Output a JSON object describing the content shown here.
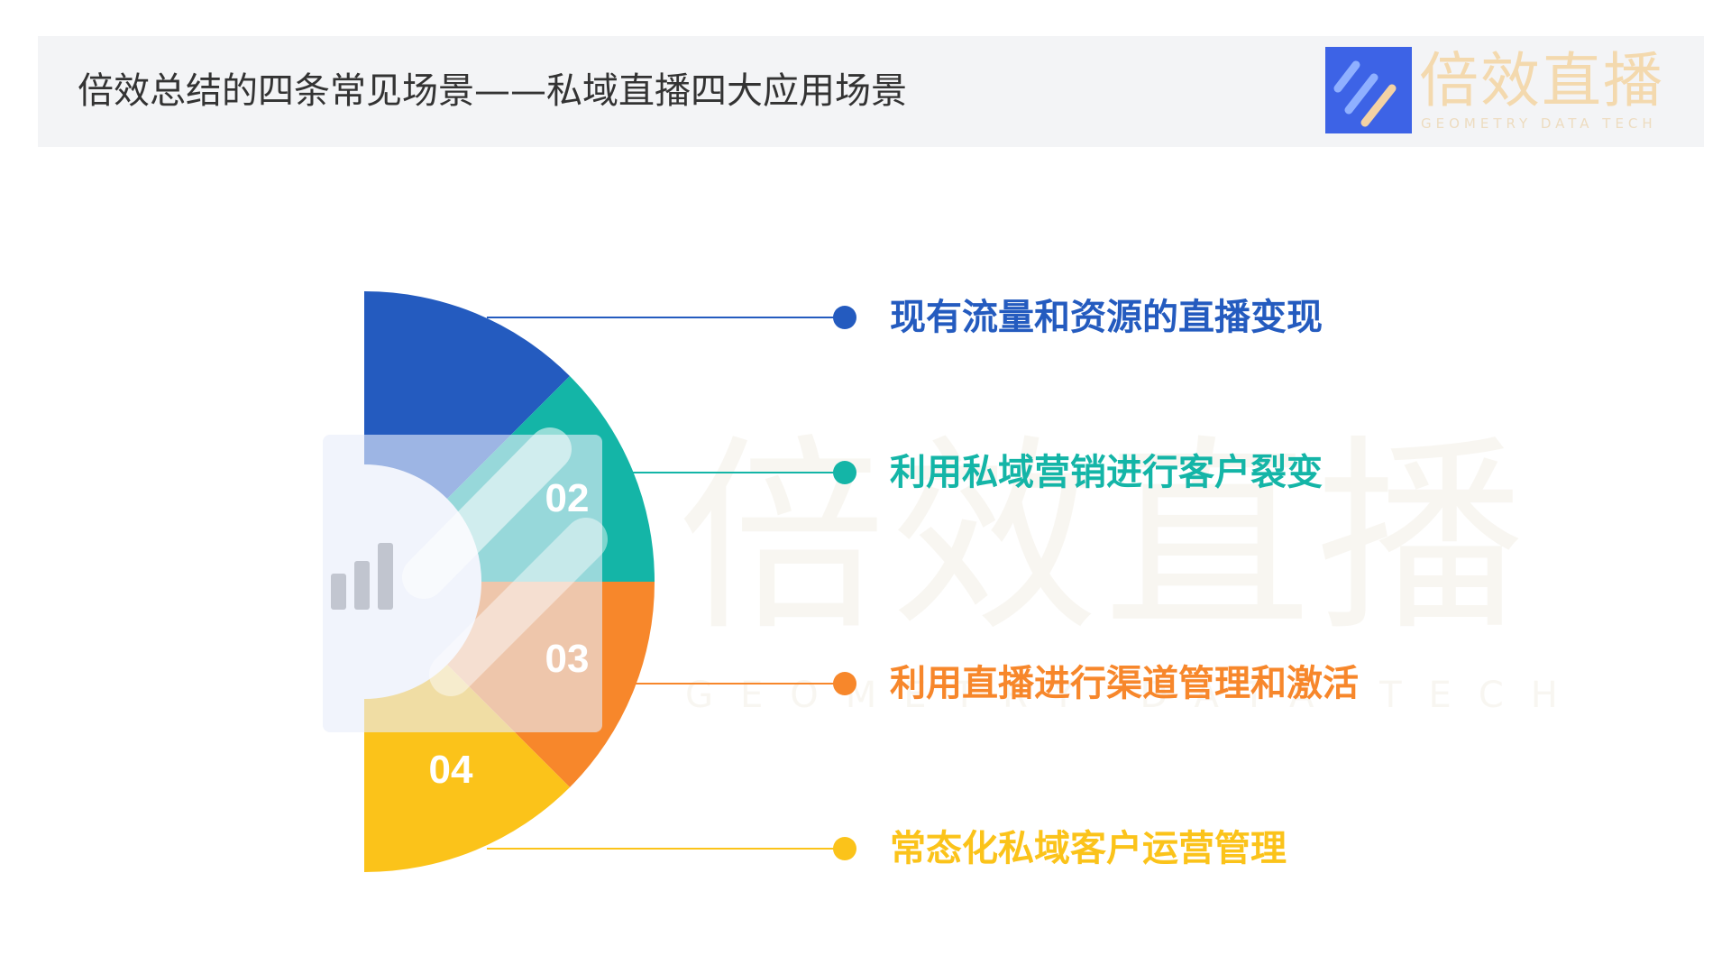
{
  "header": {
    "title": "倍效总结的四条常见场景——私域直播四大应用场景",
    "logo": {
      "name": "倍效直播",
      "subtitle": "GEOMETRY DATA TECH",
      "mark_icon": "slanted-bars-logo-icon",
      "mark_color": "#3d63e6",
      "bar_colors": [
        "#8fb0ff",
        "#f3d2a4"
      ]
    }
  },
  "watermark": {
    "text": "倍效直播",
    "subtitle": "GEOMETRY DATA TECH",
    "icon": "bar-chart-icon"
  },
  "segments": [
    {
      "number": "",
      "color": "#245bbf"
    },
    {
      "number": "02",
      "color": "#14b5a7"
    },
    {
      "number": "03",
      "color": "#f7872b"
    },
    {
      "number": "04",
      "color": "#fbc31a"
    }
  ],
  "items": [
    {
      "label": "现有流量和资源的直播变现",
      "color": "#245bbf"
    },
    {
      "label": "利用私域营销进行客户裂变",
      "color": "#14b5a7"
    },
    {
      "label": "利用直播进行渠道管理和激活",
      "color": "#f7872b"
    },
    {
      "label": "常态化私域客户运营管理",
      "color": "#fbc31a"
    }
  ]
}
